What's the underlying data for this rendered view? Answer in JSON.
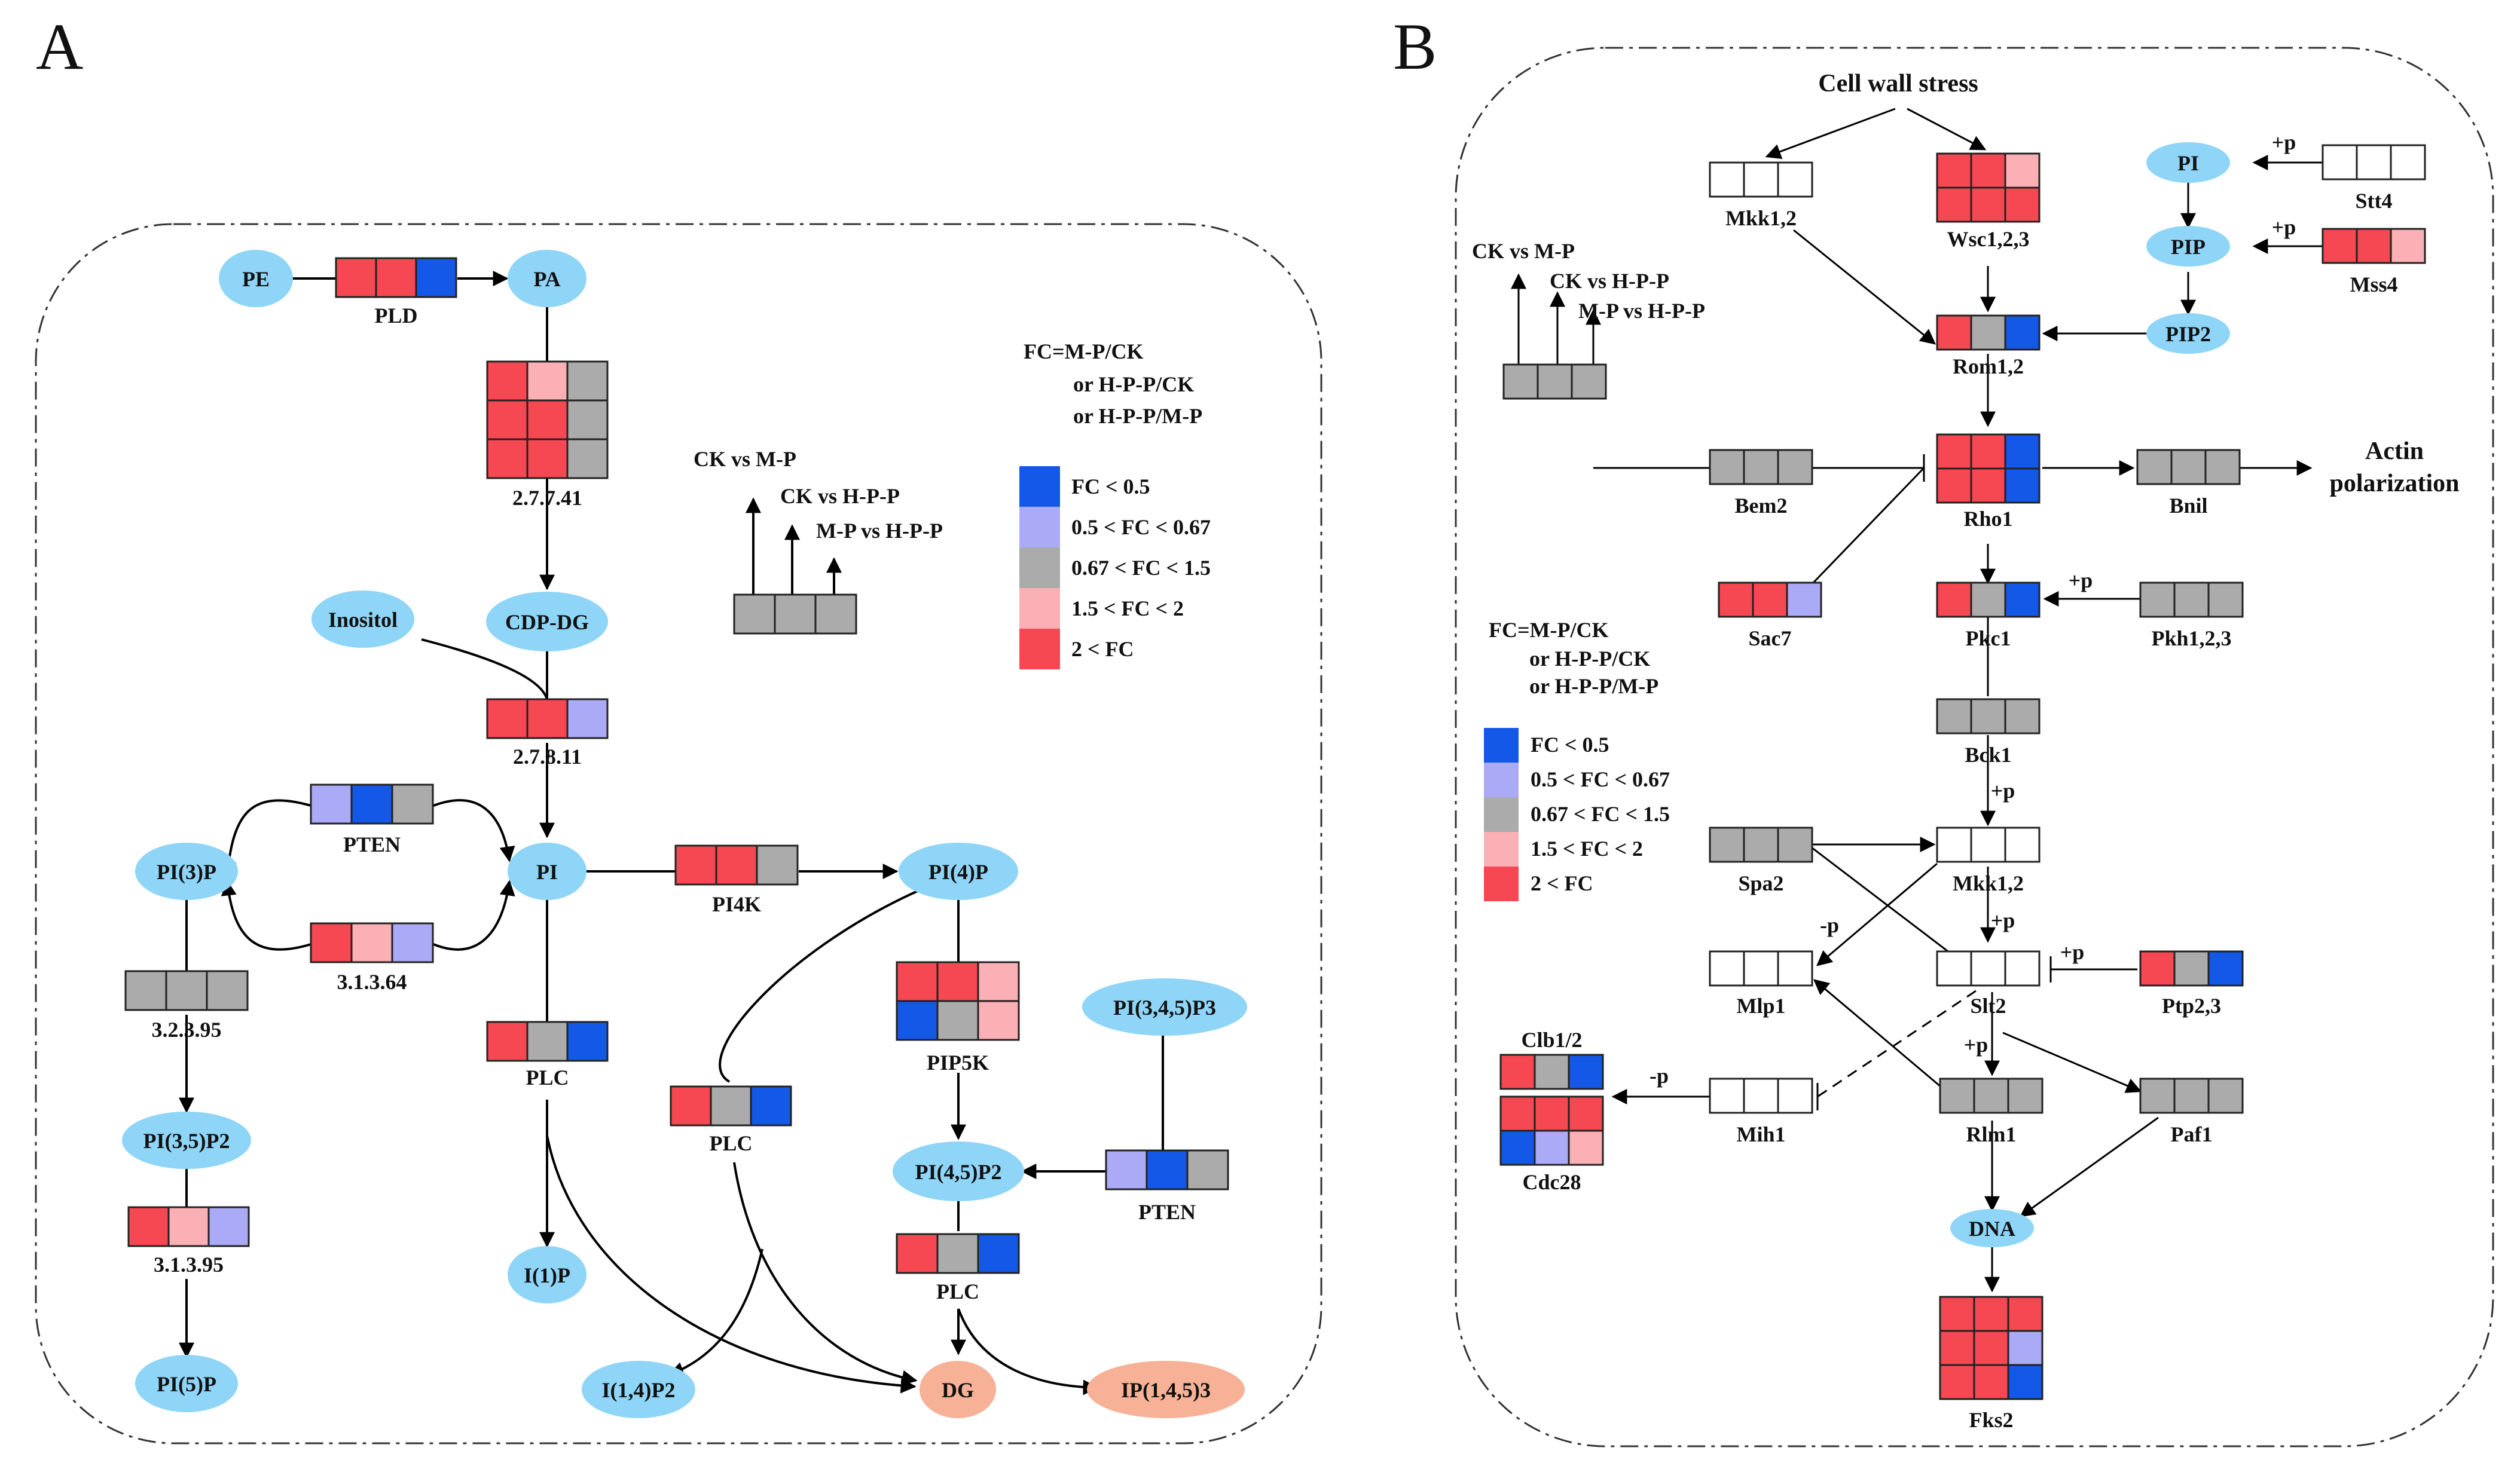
{
  "colors": {
    "fc_lt_0_5": "#1458e8",
    "fc_0_5_0_67": "#aaaaf6",
    "fc_0_67_1_5": "#ababab",
    "fc_1_5_2": "#fbb0b5",
    "fc_gt_2": "#f54852",
    "empty": "#ffffff",
    "metabolite": "#8fd5f8",
    "product": "#f7b196"
  },
  "panelA": {
    "letter": "A",
    "metabolites": {
      "PE": "PE",
      "PA": "PA",
      "CDPDG": "CDP-DG",
      "Inositol": "Inositol",
      "PI": "PI",
      "PI3P": "PI(3)P",
      "PI35P2": "PI(3,5)P2",
      "PI5P": "PI(5)P",
      "PI4P": "PI(4)P",
      "PI345P3": "PI(3,4,5)P3",
      "PI45P2": "PI(4,5)P2",
      "I1P": "I(1)P",
      "I14P2": "I(1,4)P2",
      "DG": "DG",
      "IP145P3": "IP(1,4,5)3"
    },
    "enzymes": [
      {
        "label": "PLD",
        "cells": [
          [
            "r",
            "r",
            "b"
          ]
        ]
      },
      {
        "label": "2.7.7.41",
        "cells": [
          [
            "r",
            "p",
            "g"
          ],
          [
            "r",
            "r",
            "g"
          ],
          [
            "r",
            "r",
            "g"
          ]
        ]
      },
      {
        "label": "2.7.8.11",
        "cells": [
          [
            "r",
            "r",
            "lb"
          ]
        ]
      },
      {
        "label": "PTEN",
        "cells": [
          [
            "lb",
            "b",
            "g"
          ]
        ]
      },
      {
        "label": "3.1.3.64",
        "cells": [
          [
            "r",
            "p",
            "lb"
          ]
        ]
      },
      {
        "label": "3.2.3.95",
        "cells": [
          [
            "g",
            "g",
            "g"
          ]
        ]
      },
      {
        "label": "3.1.3.95",
        "cells": [
          [
            "r",
            "p",
            "lb"
          ]
        ]
      },
      {
        "label": "PI4K",
        "cells": [
          [
            "r",
            "r",
            "g"
          ]
        ]
      },
      {
        "label": "PIP5K",
        "cells": [
          [
            "r",
            "r",
            "p"
          ],
          [
            "b",
            "g",
            "p"
          ]
        ]
      },
      {
        "label": "PLC",
        "cells": [
          [
            "r",
            "g",
            "b"
          ]
        ]
      },
      {
        "label": "PLC",
        "cells": [
          [
            "r",
            "g",
            "b"
          ]
        ]
      },
      {
        "label": "PLC",
        "cells": [
          [
            "r",
            "g",
            "b"
          ]
        ]
      },
      {
        "label": "PTEN",
        "cells": [
          [
            "lb",
            "b",
            "g"
          ]
        ]
      }
    ],
    "key": {
      "cells": [
        [
          "g",
          "g",
          "g"
        ]
      ],
      "lines": [
        "CK vs M-P",
        "CK vs H-P-P",
        "M-P vs H-P-P"
      ]
    },
    "fc_def": [
      "FC=M-P/CK",
      "or H-P-P/CK",
      "or H-P-P/M-P"
    ],
    "legend": [
      {
        "color": "b",
        "label": "FC < 0.5"
      },
      {
        "color": "lb",
        "label": "0.5 < FC < 0.67"
      },
      {
        "color": "g",
        "label": "0.67 < FC < 1.5"
      },
      {
        "color": "p",
        "label": "1.5 < FC < 2"
      },
      {
        "color": "r",
        "label": "2 < FC"
      }
    ]
  },
  "panelB": {
    "letter": "B",
    "stimulus": "Cell wall stress",
    "output": [
      "Actin",
      "polarization"
    ],
    "metabolites": {
      "PI": "PI",
      "PIP": "PIP",
      "PIP2": "PIP2",
      "DNA": "DNA"
    },
    "modifications": [
      "+p",
      "+p",
      "+p",
      "+p",
      "+p",
      "+p",
      "-p",
      "+p",
      "-p"
    ],
    "enzymes": [
      {
        "label": "Mkk1,2",
        "cells": [
          [
            "w",
            "w",
            "w"
          ]
        ]
      },
      {
        "label": "Wsc1,2,3",
        "cells": [
          [
            "r",
            "r",
            "p"
          ],
          [
            "r",
            "r",
            "r"
          ]
        ]
      },
      {
        "label": "Stt4",
        "cells": [
          [
            "w",
            "w",
            "w"
          ]
        ]
      },
      {
        "label": "Mss4",
        "cells": [
          [
            "r",
            "r",
            "p"
          ]
        ]
      },
      {
        "label": "Rom1,2",
        "cells": [
          [
            "r",
            "g",
            "b"
          ]
        ]
      },
      {
        "label": "Bem2",
        "cells": [
          [
            "g",
            "g",
            "g"
          ]
        ]
      },
      {
        "label": "Rho1",
        "cells": [
          [
            "r",
            "r",
            "b"
          ],
          [
            "r",
            "r",
            "b"
          ]
        ]
      },
      {
        "label": "Bnil",
        "cells": [
          [
            "g",
            "g",
            "g"
          ]
        ]
      },
      {
        "label": "Sac7",
        "cells": [
          [
            "r",
            "r",
            "lb"
          ]
        ]
      },
      {
        "label": "Pkc1",
        "cells": [
          [
            "r",
            "g",
            "b"
          ]
        ]
      },
      {
        "label": "Pkh1,2,3",
        "cells": [
          [
            "g",
            "g",
            "g"
          ]
        ]
      },
      {
        "label": "Bck1",
        "cells": [
          [
            "g",
            "g",
            "g"
          ]
        ]
      },
      {
        "label": "Spa2",
        "cells": [
          [
            "g",
            "g",
            "g"
          ]
        ]
      },
      {
        "label": "Mkk1,2",
        "cells": [
          [
            "w",
            "w",
            "w"
          ]
        ]
      },
      {
        "label": "Mlp1",
        "cells": [
          [
            "w",
            "w",
            "w"
          ]
        ]
      },
      {
        "label": "Slt2",
        "cells": [
          [
            "w",
            "w",
            "w"
          ]
        ]
      },
      {
        "label": "Ptp2,3",
        "cells": [
          [
            "r",
            "g",
            "b"
          ]
        ]
      },
      {
        "label": "Clb1/2",
        "cells": [
          [
            "r",
            "g",
            "b"
          ]
        ]
      },
      {
        "label": "Cdc28",
        "cells": [
          [
            "r",
            "r",
            "r"
          ],
          [
            "b",
            "lb",
            "p"
          ]
        ]
      },
      {
        "label": "Mih1",
        "cells": [
          [
            "w",
            "w",
            "w"
          ]
        ]
      },
      {
        "label": "Rlm1",
        "cells": [
          [
            "g",
            "g",
            "g"
          ]
        ]
      },
      {
        "label": "Paf1",
        "cells": [
          [
            "g",
            "g",
            "g"
          ]
        ]
      },
      {
        "label": "Fks2",
        "cells": [
          [
            "r",
            "r",
            "r"
          ],
          [
            "r",
            "r",
            "lb"
          ],
          [
            "r",
            "r",
            "b"
          ]
        ]
      }
    ],
    "key": {
      "cells": [
        [
          "g",
          "g",
          "g"
        ]
      ],
      "lines": [
        "CK vs M-P",
        "CK vs H-P-P",
        "M-P vs H-P-P"
      ]
    },
    "fc_def": [
      "FC=M-P/CK",
      "or H-P-P/CK",
      "or H-P-P/M-P"
    ],
    "legend": [
      {
        "color": "b",
        "label": "FC < 0.5"
      },
      {
        "color": "lb",
        "label": "0.5 < FC < 0.67"
      },
      {
        "color": "g",
        "label": "0.67 < FC < 1.5"
      },
      {
        "color": "p",
        "label": "1.5 < FC < 2"
      },
      {
        "color": "r",
        "label": "2 < FC"
      }
    ]
  }
}
